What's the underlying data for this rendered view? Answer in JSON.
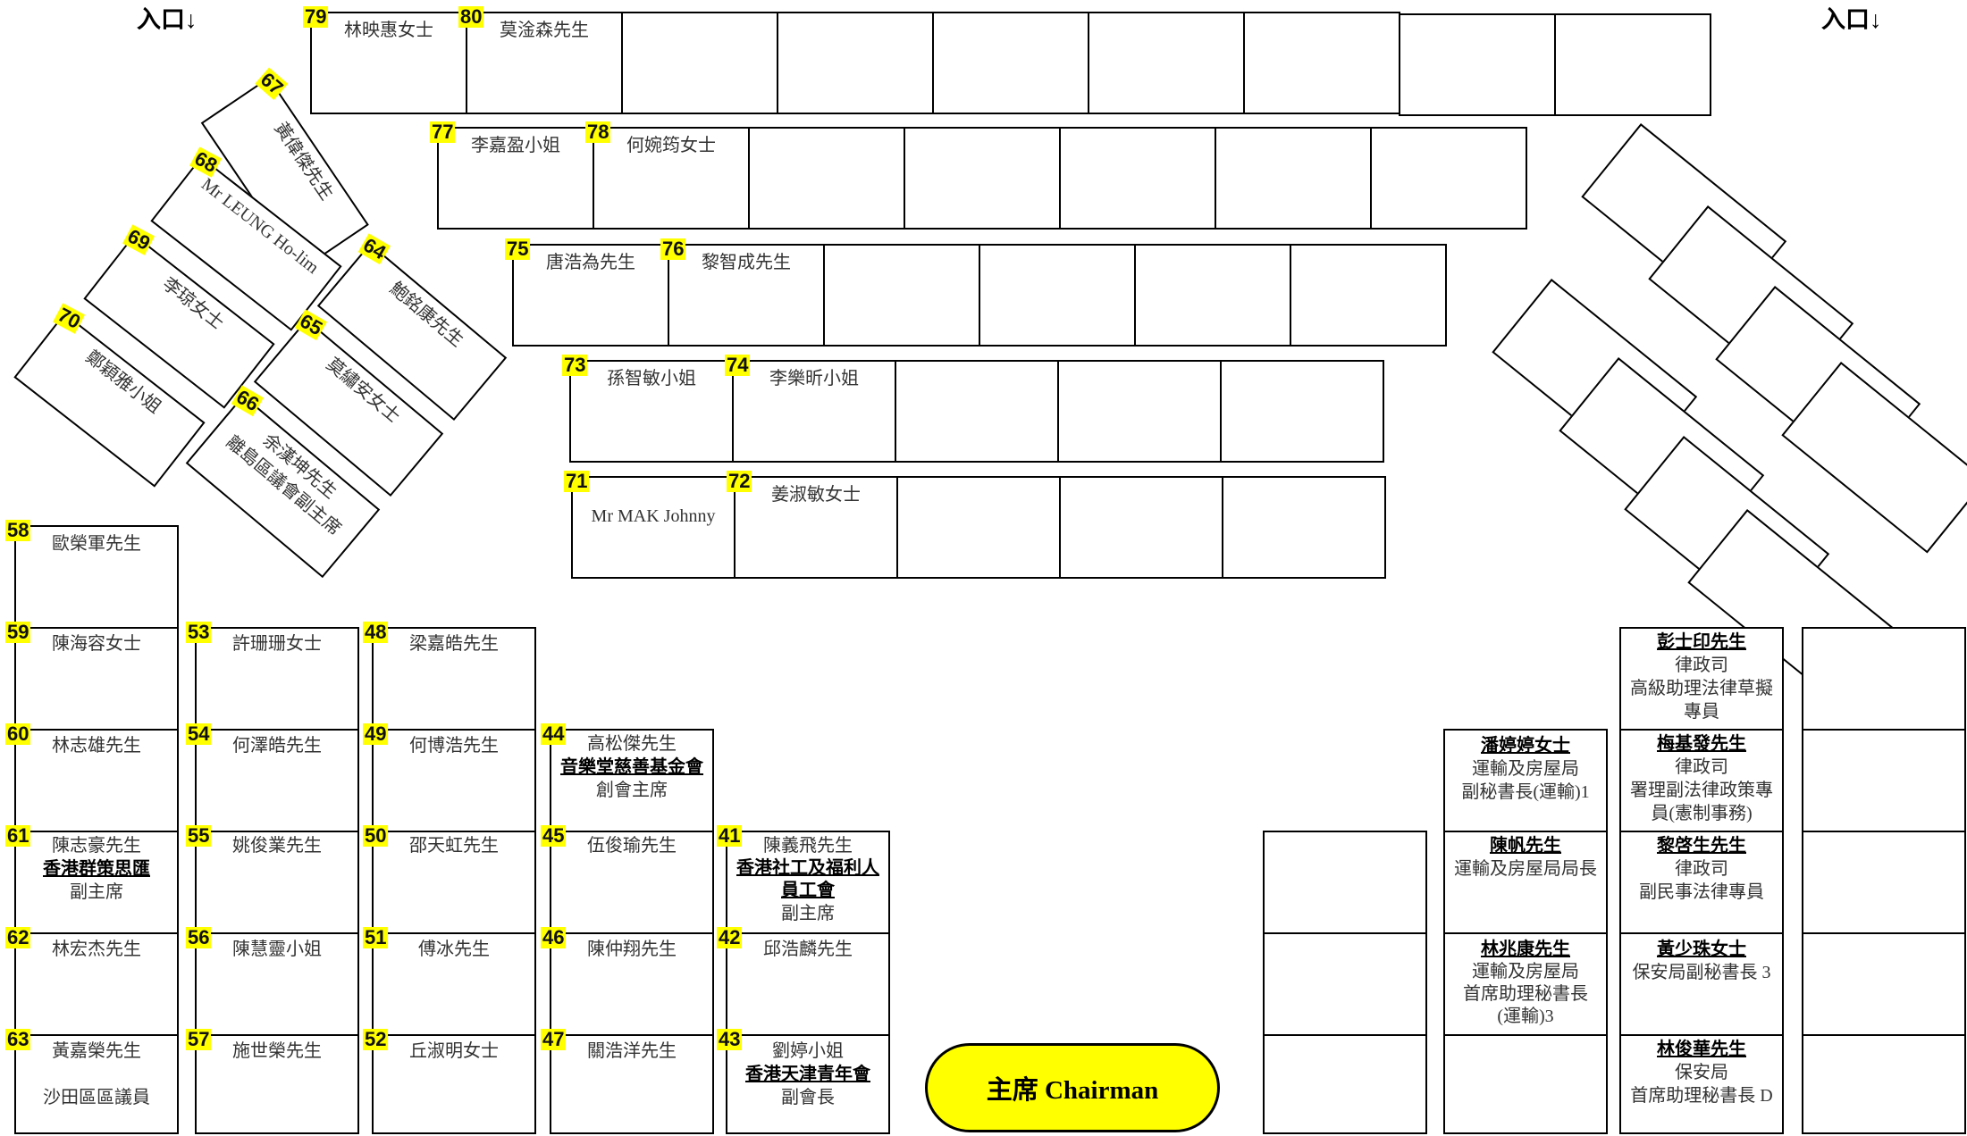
{
  "entrance_label": "入口↓",
  "chairman_label": "主席 Chairman",
  "seats": {
    "s79": {
      "num": "79",
      "name": "林映惠女士"
    },
    "s80": {
      "num": "80",
      "name": "莫淦森先生"
    },
    "s77": {
      "num": "77",
      "name": "李嘉盈小姐"
    },
    "s78": {
      "num": "78",
      "name": "何婉筠女士"
    },
    "s75": {
      "num": "75",
      "name": "唐浩為先生"
    },
    "s76": {
      "num": "76",
      "name": "黎智成先生"
    },
    "s73": {
      "num": "73",
      "name": "孫智敏小姐"
    },
    "s74": {
      "num": "74",
      "name": "李樂昕小姐"
    },
    "s71": {
      "num": "71",
      "name": "Mr MAK Johnny"
    },
    "s72": {
      "num": "72",
      "name": "姜淑敏女士"
    },
    "s67": {
      "num": "67",
      "name": "黃偉傑先生"
    },
    "s68": {
      "num": "68",
      "name": "Mr LEUNG Ho-lim"
    },
    "s69": {
      "num": "69",
      "name": "李琼女士"
    },
    "s70": {
      "num": "70",
      "name": "鄭穎雅小姐"
    },
    "s64": {
      "num": "64",
      "name": "鮑銘康先生"
    },
    "s65": {
      "num": "65",
      "name": "莫繡安女士"
    },
    "s66": {
      "num": "66",
      "name": "余漢坤先生",
      "role": "離島區議會副主席"
    },
    "s58": {
      "num": "58",
      "name": "歐榮軍先生"
    },
    "s59": {
      "num": "59",
      "name": "陳海容女士"
    },
    "s60": {
      "num": "60",
      "name": "林志雄先生"
    },
    "s61": {
      "num": "61",
      "name": "陳志豪先生",
      "org": "香港群策思匯",
      "role": "副主席"
    },
    "s62": {
      "num": "62",
      "name": "林宏杰先生"
    },
    "s63": {
      "num": "63",
      "name": "黃嘉榮先生",
      "role": "沙田區區議員"
    },
    "s53": {
      "num": "53",
      "name": "許珊珊女士"
    },
    "s54": {
      "num": "54",
      "name": "何澤皓先生"
    },
    "s55": {
      "num": "55",
      "name": "姚俊業先生"
    },
    "s56": {
      "num": "56",
      "name": "陳慧靈小姐"
    },
    "s57": {
      "num": "57",
      "name": "施世榮先生"
    },
    "s48": {
      "num": "48",
      "name": "梁嘉皓先生"
    },
    "s49": {
      "num": "49",
      "name": "何博浩先生"
    },
    "s50": {
      "num": "50",
      "name": "邵天虹先生"
    },
    "s51": {
      "num": "51",
      "name": "傅冰先生"
    },
    "s52": {
      "num": "52",
      "name": "丘淑明女士"
    },
    "s44": {
      "num": "44",
      "name": "高松傑先生",
      "org": "音樂堂慈善基金會",
      "role": "創會主席"
    },
    "s45": {
      "num": "45",
      "name": "伍俊瑜先生"
    },
    "s46": {
      "num": "46",
      "name": "陳仲翔先生"
    },
    "s47": {
      "num": "47",
      "name": "關浩洋先生"
    },
    "s41": {
      "num": "41",
      "name": "陳義飛先生",
      "org1": "香港社工及福利人",
      "org2": "員工會",
      "role": "副主席"
    },
    "s42": {
      "num": "42",
      "name": "邱浩麟先生"
    },
    "s43": {
      "num": "43",
      "name": "劉婷小姐",
      "org": "香港天津青年會",
      "role": "副會長"
    }
  },
  "officials": {
    "o1": {
      "name": "潘婷婷女士",
      "l1": "運輸及房屋局",
      "l2": "副秘書長(運輸)1"
    },
    "o2": {
      "name": "陳帆先生",
      "l1": "運輸及房屋局局長"
    },
    "o3": {
      "name": "林兆康先生",
      "l1": "運輸及房屋局",
      "l2": "首席助理秘書長",
      "l3": "(運輸)3"
    },
    "o4": {
      "name": "彭士印先生",
      "l1": "律政司",
      "l2": "高級助理法律草擬",
      "l3": "專員"
    },
    "o5": {
      "name": "梅基發先生",
      "l1": "律政司",
      "l2": "署理副法律政策專",
      "l3": "員(憲制事務)"
    },
    "o6": {
      "name": "黎啓生先生",
      "l1": "律政司",
      "l2": "副民事法律專員"
    },
    "o7": {
      "name": "黃少珠女士",
      "l1": "保安局副秘書長 3"
    },
    "o8": {
      "name": "林俊華先生",
      "l1": "保安局",
      "l2": "首席助理秘書長 D"
    }
  }
}
